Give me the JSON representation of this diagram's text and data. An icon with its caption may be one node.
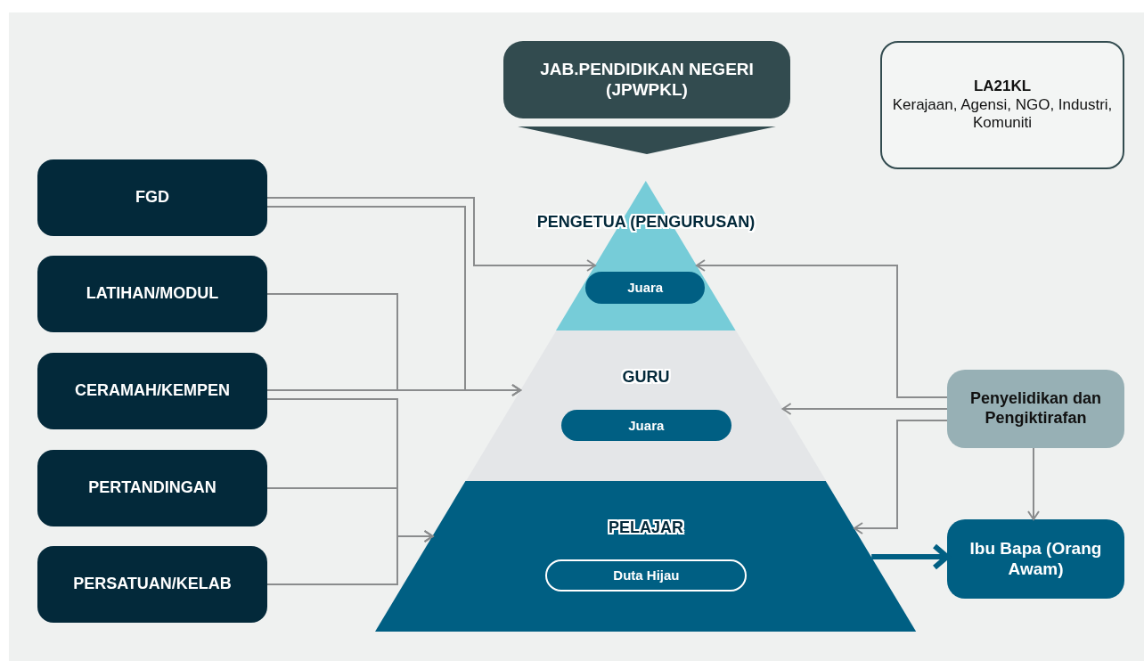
{
  "diagram": {
    "nodes": [
      {
        "text": [
          "JAB.PENDIDIKAN NEGERI (JPWPKL)"
        ]
      },
      {
        "text": [
          "LA21KL",
          "Kerajaan, Agensi, NGO, Industri, Komuniti"
        ]
      },
      {
        "text": [
          "FGD"
        ]
      },
      {
        "text": [
          "LATIHAN/MODUL"
        ]
      },
      {
        "text": [
          "CERAMAH/KEMPEN"
        ]
      },
      {
        "text": [
          "PERTANDINGAN"
        ]
      },
      {
        "text": [
          "PERSATUAN/KELAB"
        ]
      },
      {
        "text": [
          "PENGETUA (PENGURUSAN)"
        ]
      },
      {
        "text": [
          "Juara"
        ],
        "in": 7
      },
      {
        "text": [
          "GURU"
        ]
      },
      {
        "text": [
          "Juara"
        ],
        "in": 9
      },
      {
        "text": [
          "PELAJAR"
        ]
      },
      {
        "text": [
          "Duta Hijau"
        ],
        "in": 11
      },
      {
        "text": [
          "Penyelidikan dan Pengiktirafan"
        ]
      },
      {
        "text": [
          "Ibu Bapa (Orang Awam)"
        ]
      }
    ],
    "edges": [
      {
        "from": 0,
        "to": 7,
        "arrow": "to",
        "style": "thick",
        "color": "#324b4f"
      },
      {
        "from": 2,
        "to": 7,
        "arrow": "to"
      },
      {
        "from": 2,
        "to": 9,
        "arrow": "to"
      },
      {
        "from": 3,
        "to": 9,
        "arrow": "to"
      },
      {
        "from": 4,
        "to": 9,
        "arrow": "to"
      },
      {
        "from": 4,
        "to": 11,
        "arrow": "to"
      },
      {
        "from": 5,
        "to": 11,
        "arrow": "to"
      },
      {
        "from": 6,
        "to": 11,
        "arrow": "to"
      },
      {
        "from": 13,
        "to": 7,
        "arrow": "to"
      },
      {
        "from": 13,
        "to": 9,
        "arrow": "to"
      },
      {
        "from": 13,
        "to": 11,
        "arrow": "to"
      },
      {
        "from": 13,
        "to": 14,
        "arrow": "to"
      },
      {
        "from": 11,
        "to": 14,
        "arrow": "to",
        "style": "thick",
        "color": "#005f83"
      }
    ]
  }
}
